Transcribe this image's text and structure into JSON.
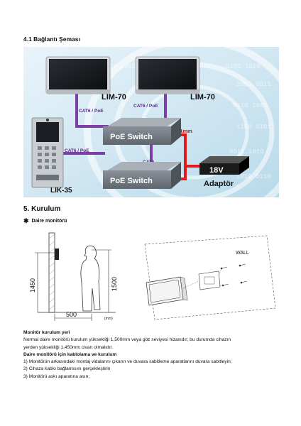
{
  "section_heading": "4.1 Bağlantı Şeması",
  "diagram": {
    "monitor_left_label": "LIM-70",
    "monitor_right_label": "LIM-70",
    "panel_label": "LIK-35",
    "cable_left": "CAT6 / PoE",
    "cable_right": "CAT6 / PoE",
    "cable_panel": "CAT6 / PoE",
    "cable_switches": "CAT6",
    "cable_power": "2x1mm",
    "switch_top": "PoE Switch",
    "switch_bottom": "PoE Switch",
    "adapter_voltage": "18V",
    "adapter_label": "Adaptör",
    "colors": {
      "cat6": "#7b3fa6",
      "power": "#e01b1b",
      "background": "#cfe6f2"
    }
  },
  "section5_heading": "5.  Kurulum",
  "sub_heading": "Daire monitörü",
  "sub_heading_icon": "asterisk-bullet-icon",
  "mount_diagram": {
    "dim_500": "500",
    "dim_1450": "1450",
    "dim_1500": "1500",
    "unit": "(mm)",
    "wall_label": "WALL"
  },
  "text": {
    "heading1": "Monitör kurulum yeri",
    "para1_line1": "Normal daire monitörü kurulum yüksekliği 1,500mm veya göz seviyesi hizasıdır; bu durumda cihazın",
    "para1_line2": "yerden yüksekliği 1,450mm civarı olmalıdır.",
    "heading2": "Daire monitörü için kablolama ve kurulum",
    "step1": "1) Monitörün arkasındaki montaj vidalarını çıkarın ve duvara sabitleme aparatlarını duvara sabitleyin;",
    "step2": "2) Cihaza kablo bağlantısını gerçekleştirin",
    "step3": "3) Monitörü askı aparatına asın;"
  }
}
